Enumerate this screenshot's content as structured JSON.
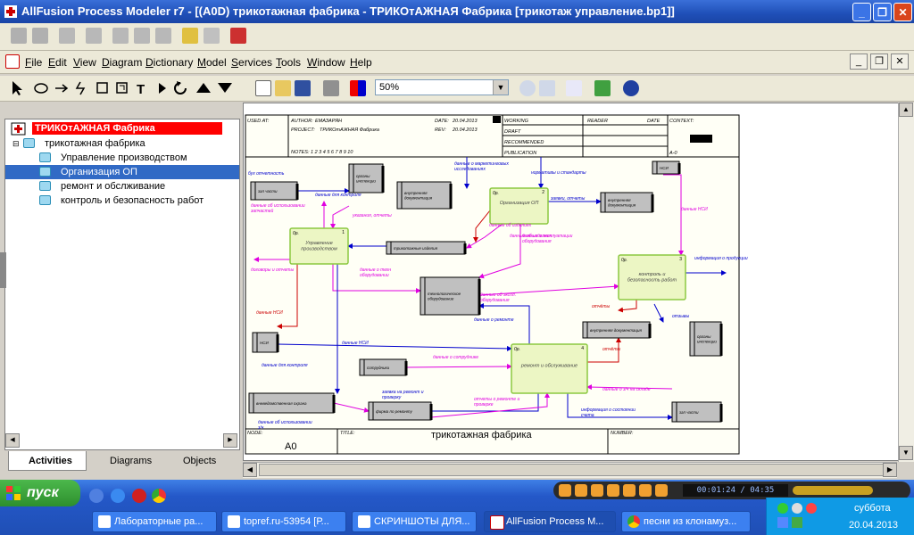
{
  "window": {
    "title": "AllFusion Process Modeler r7 - [(A0D) трикотажная фабрика - ТРИКОтАЖНАЯ Фабрика  [трикотаж управление.bp1]]"
  },
  "menu": [
    "File",
    "Edit",
    "View",
    "Diagram",
    "Dictionary",
    "Model",
    "Services",
    "Tools",
    "Window",
    "Help"
  ],
  "zoom": "50%",
  "tree": {
    "root": "ТРИКОтАЖНАЯ Фабрика",
    "model": "трикотажная фабрика",
    "items": [
      "Управление  производством",
      "Организация ОП",
      "ремонт и обслживание",
      "контроль и  безопасность работ"
    ],
    "selected_index": 1
  },
  "tabs": [
    "Activities",
    "Diagrams",
    "Objects"
  ],
  "header": {
    "used_at": "USED AT:",
    "author_label": "AUTHOR:",
    "author": "ЕМАЗАРЯН",
    "date_label": "DATE:",
    "date": "20.04.2013",
    "project_label": "PROJECT:",
    "project": "ТРИКОтАЖНАЯ Фабрика",
    "rev_label": "REV:",
    "rev": "20.04.2013",
    "notes": "NOTES:  1  2  3  4  5  6  7  8  9  10",
    "status": [
      "WORKING",
      "DRAFT",
      "RECOMMENDED",
      "PUBLICATION"
    ],
    "reader": "READER",
    "date2": "DATE",
    "context": "CONTEXT:",
    "context_node": "A-0"
  },
  "footer": {
    "node_label": "NODE:",
    "node": "A0",
    "title_label": "TITLE:",
    "title": "трикотажная фабрика",
    "number_label": "NUMBER:"
  },
  "activities": [
    {
      "label": "Управление производством",
      "num": "1"
    },
    {
      "label": "Организация ОП",
      "num": "2"
    },
    {
      "label": "контроль и безопасность работ",
      "num": "3"
    },
    {
      "label": "ремонт и обслуживание",
      "num": "4"
    }
  ],
  "box_prefix": "0р.",
  "stores": [
    {
      "label": "зап части"
    },
    {
      "label": "органы инспекции"
    },
    {
      "label": "внутренняя документация"
    },
    {
      "label": "трикотажные изделия"
    },
    {
      "label": "внутренняя документация"
    },
    {
      "label": "НСИ"
    },
    {
      "label": "технологическое оборудование"
    },
    {
      "label": "НСИ"
    },
    {
      "label": "внутренняя документация"
    },
    {
      "label": "органы инспекции"
    },
    {
      "label": "сотрудники"
    },
    {
      "label": "вневедомственная охрана"
    },
    {
      "label": "фирма по ремонту"
    },
    {
      "label": "зап части"
    }
  ],
  "flows": [
    "бух отчетность",
    "данные для контроля",
    "данные об использовании запчастей",
    "указания, отчеты",
    "данные о маркетинговых исследованиях",
    "нормативы и стандарты",
    "заявки, отчеты",
    "данные НСИ",
    "данные об изделиях",
    "данные об изделиях",
    "данные о эксплуатации оборудования",
    "информация о продукции",
    "договоры и отчеты",
    "данные о техн оборудовании",
    "данные об экспл. оборудования",
    "отчёты",
    "данные о ремонте",
    "отзывы",
    "данные НСИ",
    "данные НСИ",
    "отчёты",
    "данные о сотруднике",
    "данные для контроля",
    "заявка на ремонт и проверку",
    "отчеты о ремонте и проверке",
    "данные о з/ч на складе",
    "информация о состоянии счета",
    "данные об использовании з/ч"
  ],
  "taskbar": {
    "start": "пуск",
    "tasks": [
      "Лабораторные ра...",
      "topref.ru-53954 [Р...",
      "СКРИНШОТЫ ДЛЯ...",
      "AllFusion Process M...",
      "песни из клонамуз..."
    ],
    "active_task": 3,
    "day": "суббота",
    "date": "20.04.2013",
    "media_time": "00:01:24 / 04:35"
  },
  "colors": {
    "activity_fill": "#ecf6c4",
    "activity_border": "#8cc840",
    "store_fill": "#c0c0c0",
    "flow_blue": "#0000cc",
    "flow_magenta": "#e000e0",
    "flow_red": "#cc0000"
  }
}
